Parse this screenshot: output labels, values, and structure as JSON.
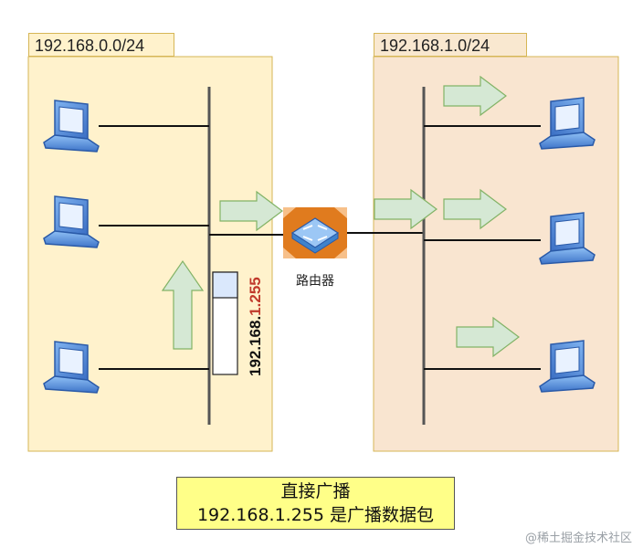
{
  "networks": {
    "left": {
      "label": "192.168.0.0/24"
    },
    "right": {
      "label": "192.168.1.0/24"
    }
  },
  "router": {
    "label": "路由器",
    "icon": "router-icon"
  },
  "packet": {
    "address_prefix": "192.168.",
    "address_highlight": "1.255"
  },
  "caption": {
    "line1": "直接广播",
    "line2": "192.168.1.255 是广播数据包"
  },
  "watermark": "@稀土掘金技术社区",
  "colors": {
    "left_bg": "#fff2cc",
    "right_bg": "#f9e5d0",
    "border": "#d6b656",
    "arrow_fill": "#d5e8d4",
    "arrow_stroke": "#82b366",
    "router_orange": "#e07b1e",
    "router_blue": "#3f83cc",
    "highlight": "#c0392b",
    "caption_bg": "#ffff88"
  }
}
